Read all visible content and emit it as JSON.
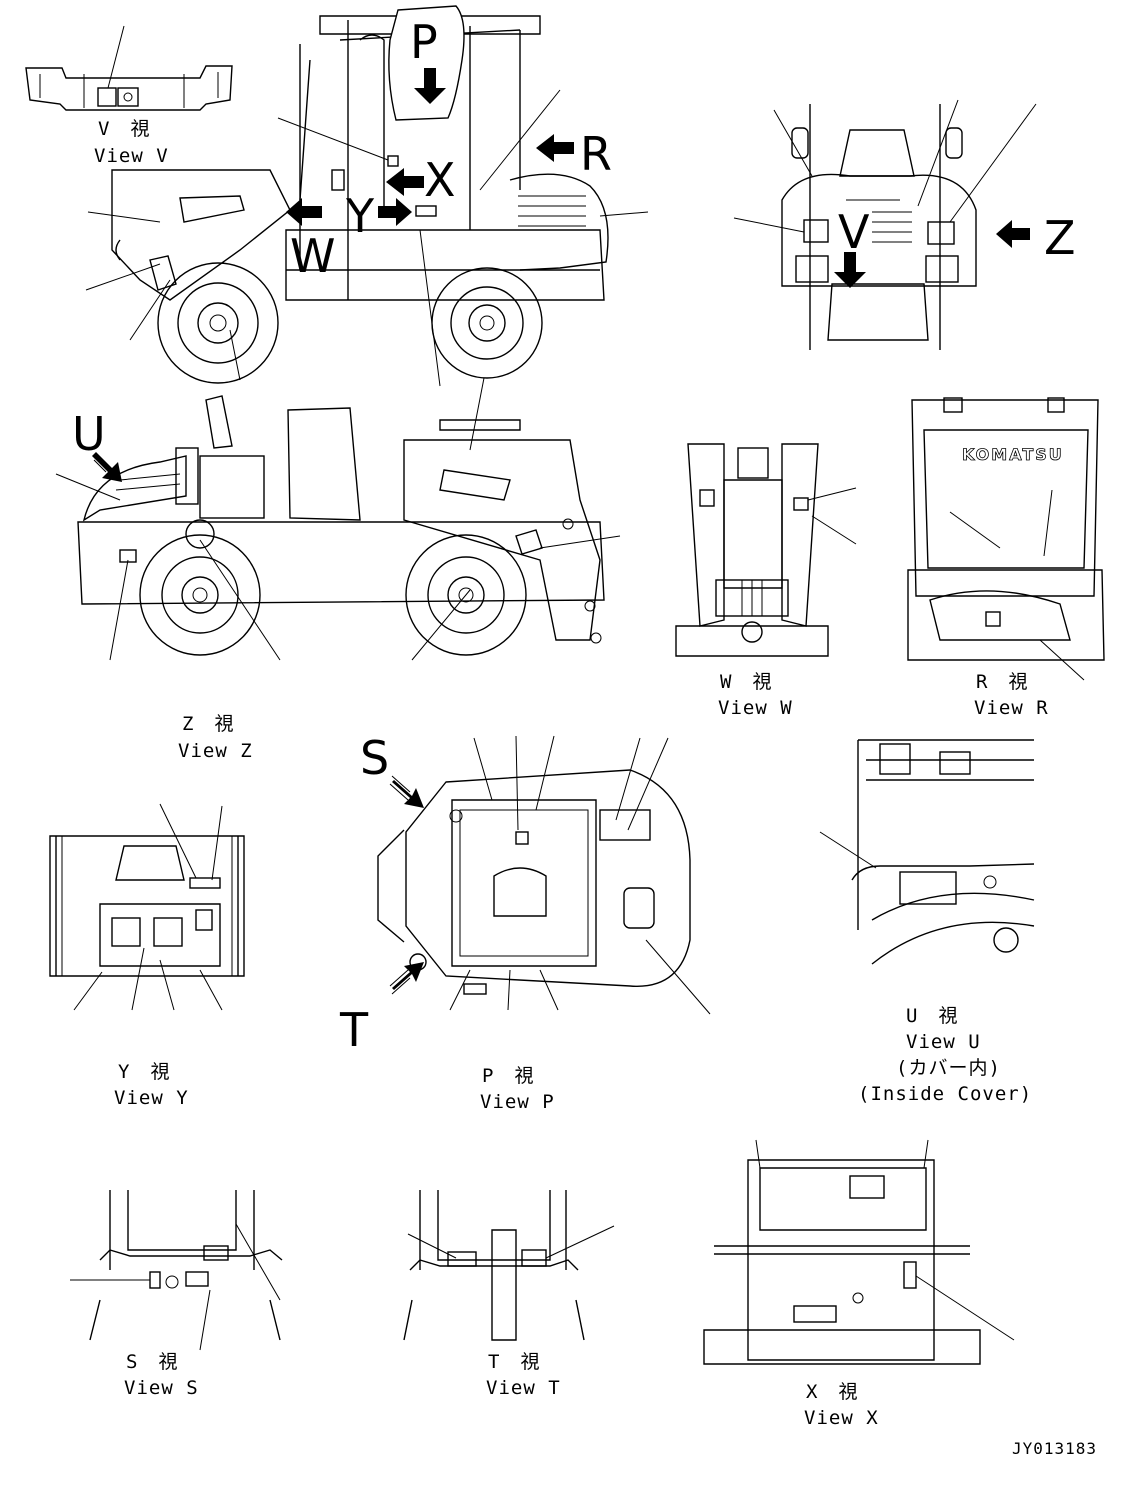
{
  "drawing_id": "JY013183",
  "view_letters": {
    "p": "P",
    "r": "R",
    "x": "X",
    "y": "Y",
    "w": "W",
    "z": "Z",
    "v": "V",
    "u": "U",
    "s": "S",
    "t": "T"
  },
  "views": {
    "v": {
      "jp": "V　視",
      "en": "View V"
    },
    "w": {
      "jp": "W　視",
      "en": "View W"
    },
    "r": {
      "jp": "R　視",
      "en": "View R"
    },
    "z": {
      "jp": "Z　視",
      "en": "View Z"
    },
    "y": {
      "jp": "Y　視",
      "en": "View Y"
    },
    "p": {
      "jp": "P　視",
      "en": "View P"
    },
    "u": {
      "jp": "U　視",
      "en": "View U",
      "jp_note": "(カバー内)",
      "en_note": "(Inside Cover)"
    },
    "s": {
      "jp": "S　視",
      "en": "View S"
    },
    "t": {
      "jp": "T　視",
      "en": "View T"
    },
    "x": {
      "jp": "X　視",
      "en": "View X"
    }
  },
  "cab_brand": "KOMATSU"
}
